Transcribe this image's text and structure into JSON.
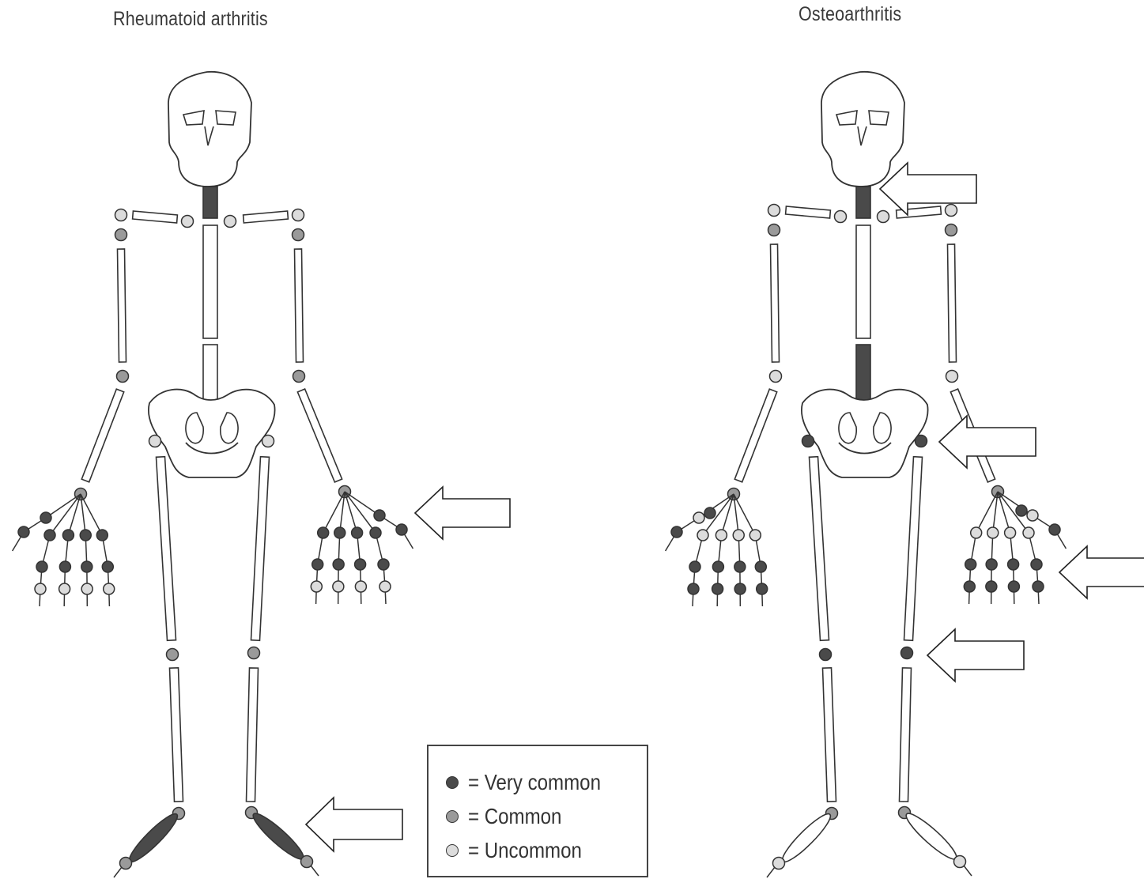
{
  "titles": {
    "left": "Rheumatoid arthritis",
    "right": "Osteoarthritis"
  },
  "legend": {
    "items": [
      {
        "label": "= Very common",
        "level": "very-common"
      },
      {
        "label": "= Common",
        "level": "common"
      },
      {
        "label": "= Uncommon",
        "level": "uncommon"
      }
    ]
  },
  "colors": {
    "very-common": "#4a4a4a",
    "common": "#9a9a9a",
    "uncommon": "#dcdcdc",
    "outline": "#333333"
  },
  "skeletons": {
    "rheumatoid": {
      "cervical_spine": "very-common",
      "lumbar_spine": "none",
      "shoulders": [
        "uncommon",
        "uncommon"
      ],
      "acromioclavicular": [
        "common",
        "common"
      ],
      "sternoclavicular": [
        "uncommon",
        "uncommon"
      ],
      "elbows": [
        "common",
        "common"
      ],
      "wrists": [
        "common",
        "common"
      ],
      "hips": [
        "uncommon",
        "uncommon"
      ],
      "knees": [
        "common",
        "common"
      ],
      "ankles": [
        "common",
        "common"
      ],
      "feet": "very-common",
      "toes": [
        "common",
        "common"
      ],
      "hand_mcp": "very-common",
      "hand_pip": "very-common",
      "hand_dip": "uncommon"
    },
    "osteoarthritis": {
      "cervical_spine": "very-common",
      "lumbar_spine": "very-common",
      "shoulders": [
        "uncommon",
        "uncommon"
      ],
      "acromioclavicular": [
        "common",
        "common"
      ],
      "sternoclavicular": [
        "uncommon",
        "uncommon"
      ],
      "elbows": [
        "uncommon",
        "uncommon"
      ],
      "wrists": [
        "common",
        "common"
      ],
      "hips": [
        "very-common",
        "very-common"
      ],
      "knees": [
        "very-common",
        "very-common"
      ],
      "ankles": [
        "common",
        "common"
      ],
      "feet": "none",
      "toes": [
        "uncommon",
        "uncommon"
      ],
      "hand_cmc": "very-common",
      "hand_mcp": "uncommon",
      "hand_pip": "very-common",
      "hand_dip": "very-common"
    }
  }
}
